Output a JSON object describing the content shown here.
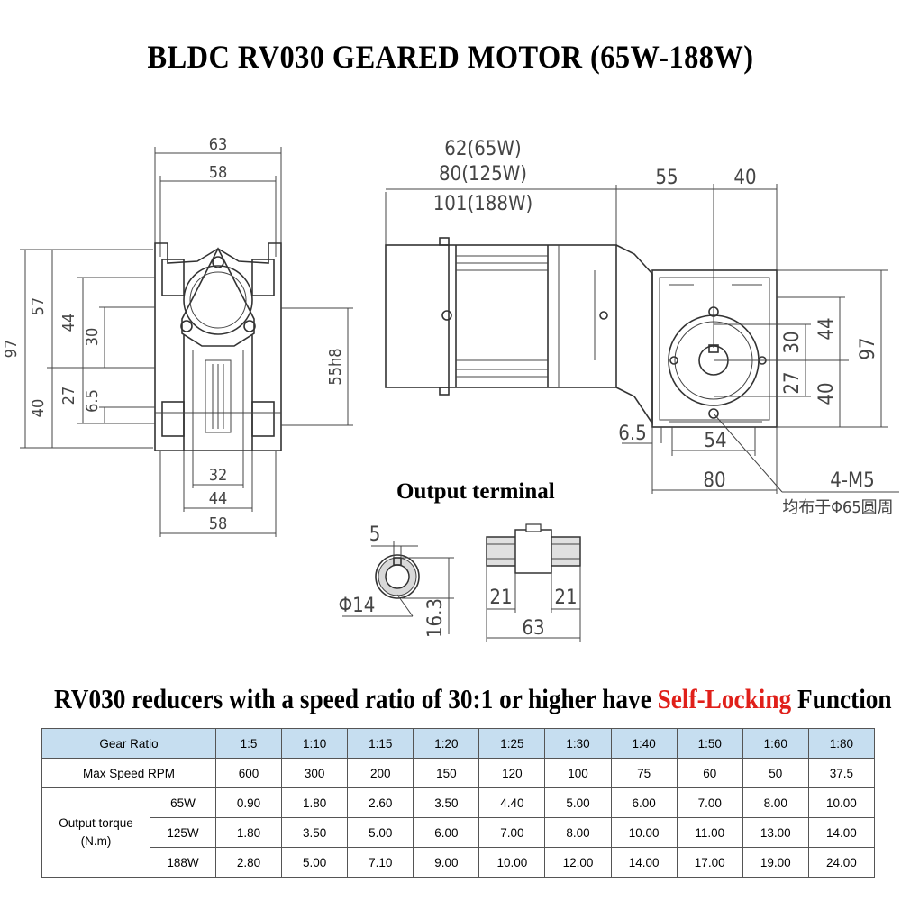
{
  "title": "BLDC RV030 GEARED MOTOR (65W-188W)",
  "drawing": {
    "front_view": {
      "dim_width_outer": "63",
      "dim_width_flange": "58",
      "dim_height_total": "97",
      "dim_upper": "57",
      "dim_44": "44",
      "dim_30": "30",
      "dim_lower": "40",
      "dim_27": "27",
      "dim_6_5": "6.5",
      "dim_shaft_fit": "55h8",
      "dim_bottom_32": "32",
      "dim_bottom_44": "44",
      "dim_bottom_58": "58"
    },
    "side_view": {
      "motor_len_65w": "62(65W)",
      "motor_len_125w": "80(125W)",
      "motor_len_188w": "101(188W)",
      "dim_55": "55",
      "dim_40_top": "40",
      "dim_30": "30",
      "dim_44": "44",
      "dim_97": "97",
      "dim_27": "27",
      "dim_40": "40",
      "dim_6_5": "6.5",
      "dim_54": "54",
      "dim_80": "80",
      "bolt_spec": "4-M5",
      "bolt_circle_note": "均布于Φ65圆周"
    },
    "output_terminal": {
      "label": "Output terminal",
      "dim_key": "5",
      "dim_dia": "Φ14",
      "dim_key_height": "16.3",
      "dim_left": "21",
      "dim_right": "21",
      "dim_total": "63"
    }
  },
  "note": {
    "before": "RV030 reducers with a speed ratio of 30:1 or higher have ",
    "highlight": "Self-Locking",
    "after": " Function",
    "highlight_color": "#e0201a"
  },
  "table": {
    "gear_ratio_label": "Gear Ratio",
    "ratios": [
      "1:5",
      "1:10",
      "1:15",
      "1:20",
      "1:25",
      "1:30",
      "1:40",
      "1:50",
      "1:60",
      "1:80"
    ],
    "max_speed_label": "Max Speed RPM",
    "max_speed": [
      "600",
      "300",
      "200",
      "150",
      "120",
      "100",
      "75",
      "60",
      "50",
      "37.5"
    ],
    "torque_label_line1": "Output torque",
    "torque_label_line2": "(N.m)",
    "torque_rows": [
      {
        "power": "65W",
        "values": [
          "0.90",
          "1.80",
          "2.60",
          "3.50",
          "4.40",
          "5.00",
          "6.00",
          "7.00",
          "8.00",
          "10.00"
        ]
      },
      {
        "power": "125W",
        "values": [
          "1.80",
          "3.50",
          "5.00",
          "6.00",
          "7.00",
          "8.00",
          "10.00",
          "11.00",
          "13.00",
          "14.00"
        ]
      },
      {
        "power": "188W",
        "values": [
          "2.80",
          "5.00",
          "7.10",
          "9.00",
          "10.00",
          "12.00",
          "14.00",
          "17.00",
          "19.00",
          "24.00"
        ]
      }
    ],
    "header_color": "#c6def0"
  }
}
